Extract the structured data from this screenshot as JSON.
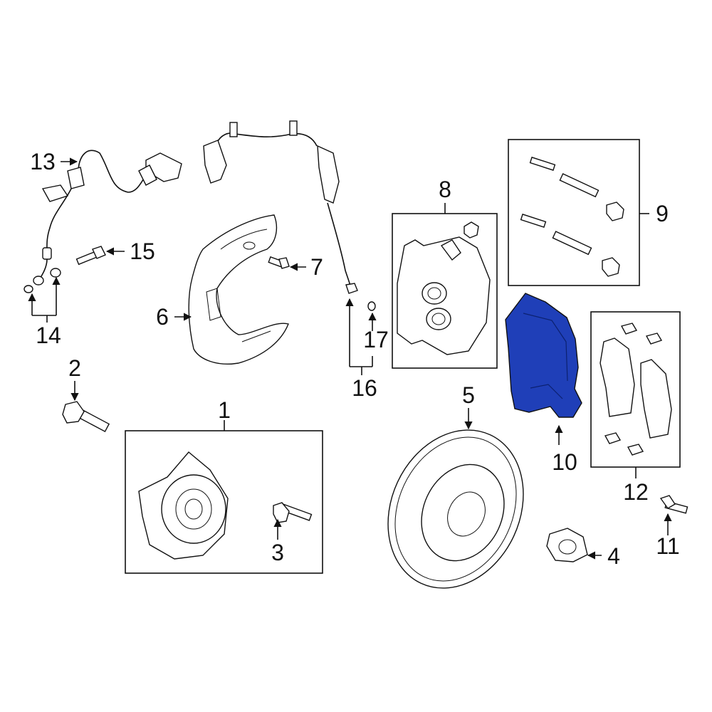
{
  "callouts": {
    "c1": "1",
    "c2": "2",
    "c3": "3",
    "c4": "4",
    "c5": "5",
    "c6": "6",
    "c7": "7",
    "c8": "8",
    "c9": "9",
    "c10": "10",
    "c11": "11",
    "c12": "12",
    "c13": "13",
    "c14": "14",
    "c15": "15",
    "c16": "16",
    "c17": "17"
  },
  "colors": {
    "highlight": "#1f3fb8",
    "line": "#111111"
  }
}
